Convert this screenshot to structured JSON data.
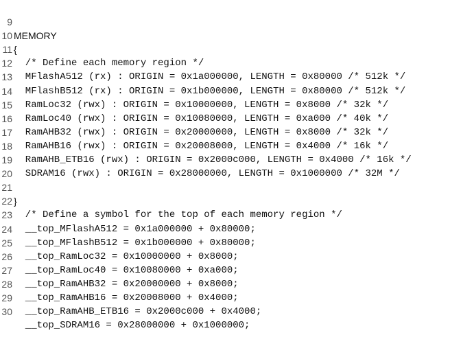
{
  "editor": {
    "lines": [
      {
        "num": "9",
        "text": "MEMORY"
      },
      {
        "num": "10",
        "text": "{"
      },
      {
        "num": "11",
        "text": "  /* Define each memory region */"
      },
      {
        "num": "12",
        "text": "  MFlashA512 (rx) : ORIGIN = 0x1a000000, LENGTH = 0x80000 /* 512k */"
      },
      {
        "num": "13",
        "text": "  MFlashB512 (rx) : ORIGIN = 0x1b000000, LENGTH = 0x80000 /* 512k */"
      },
      {
        "num": "14",
        "text": "  RamLoc32 (rwx) : ORIGIN = 0x10000000, LENGTH = 0x8000 /* 32k */"
      },
      {
        "num": "15",
        "text": "  RamLoc40 (rwx) : ORIGIN = 0x10080000, LENGTH = 0xa000 /* 40k */"
      },
      {
        "num": "16",
        "text": "  RamAHB32 (rwx) : ORIGIN = 0x20000000, LENGTH = 0x8000 /* 32k */"
      },
      {
        "num": "17",
        "text": "  RamAHB16 (rwx) : ORIGIN = 0x20008000, LENGTH = 0x4000 /* 16k */"
      },
      {
        "num": "18",
        "text": "  RamAHB_ETB16 (rwx) : ORIGIN = 0x2000c000, LENGTH = 0x4000 /* 16k */"
      },
      {
        "num": "19",
        "text": "  SDRAM16 (rwx) : ORIGIN = 0x28000000, LENGTH = 0x1000000 /* 32M */"
      },
      {
        "num": "20",
        "text": ""
      },
      {
        "num": "21",
        "text": "}"
      },
      {
        "num": "22",
        "text": "  /* Define a symbol for the top of each memory region */"
      },
      {
        "num": "23",
        "text": "  __top_MFlashA512 = 0x1a000000 + 0x80000;"
      },
      {
        "num": "24",
        "text": "  __top_MFlashB512 = 0x1b000000 + 0x80000;"
      },
      {
        "num": "25",
        "text": "  __top_RamLoc32 = 0x10000000 + 0x8000;"
      },
      {
        "num": "26",
        "text": "  __top_RamLoc40 = 0x10080000 + 0xa000;"
      },
      {
        "num": "27",
        "text": "  __top_RamAHB32 = 0x20000000 + 0x8000;"
      },
      {
        "num": "28",
        "text": "  __top_RamAHB16 = 0x20008000 + 0x4000;"
      },
      {
        "num": "29",
        "text": "  __top_RamAHB_ETB16 = 0x2000c000 + 0x4000;"
      },
      {
        "num": "30",
        "text": "  __top_SDRAM16 = 0x28000000 + 0x1000000;"
      }
    ]
  }
}
